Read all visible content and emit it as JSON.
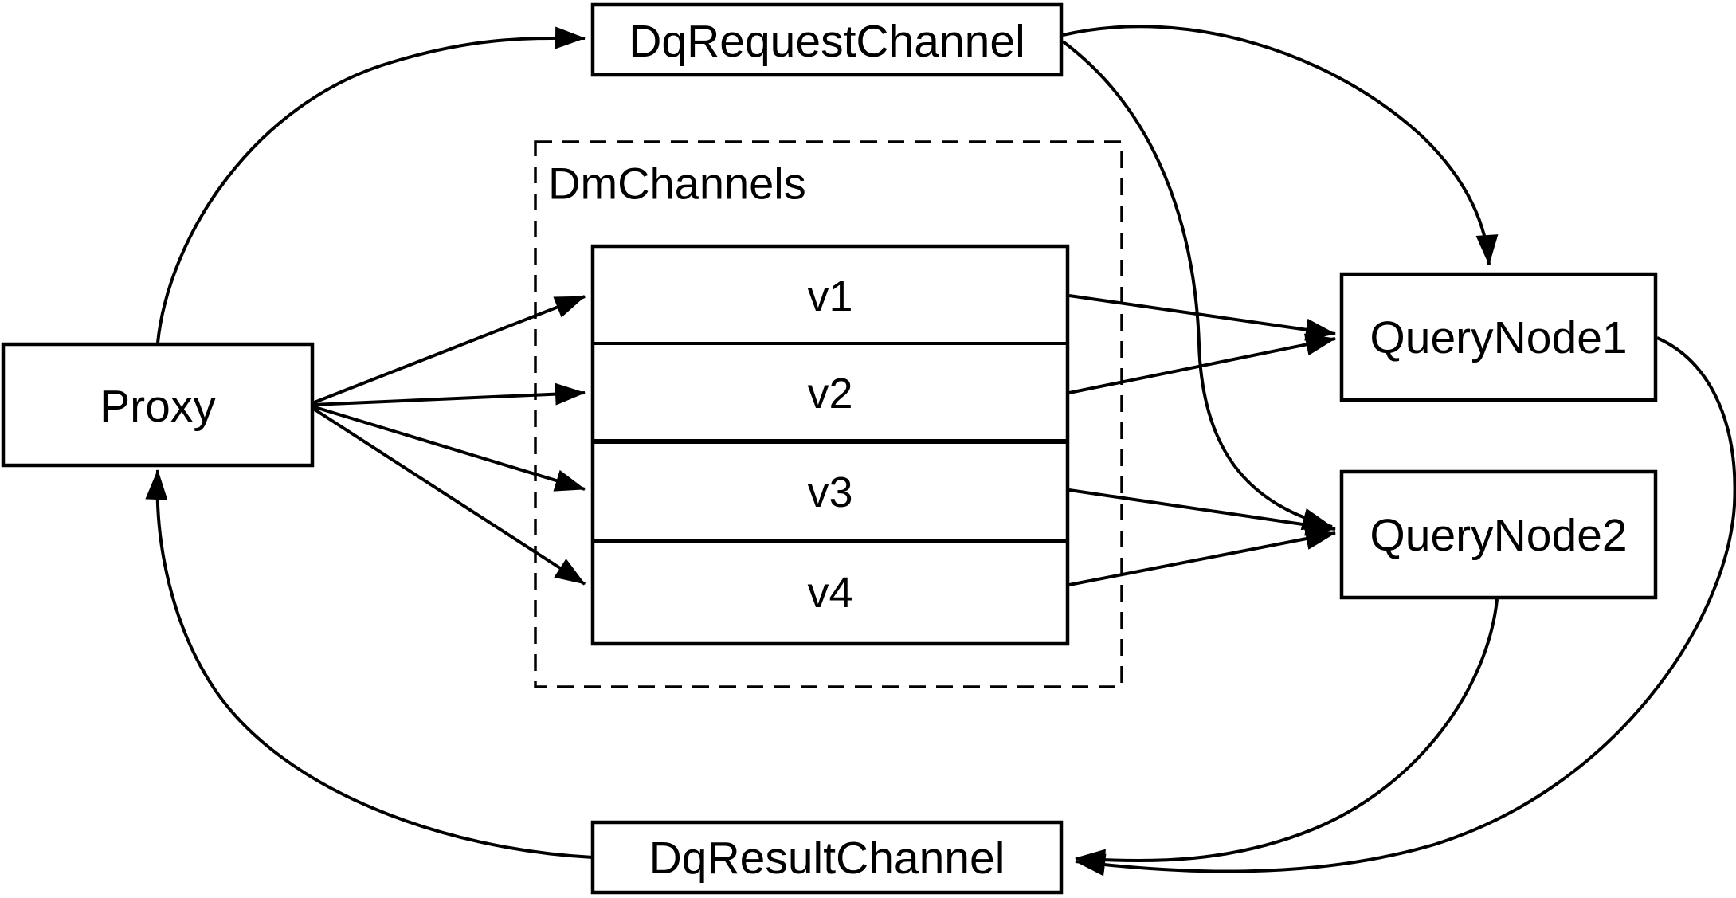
{
  "diagram": {
    "background_color": "#ffffff",
    "stroke_color": "#000000",
    "nodes": {
      "proxy": {
        "label": "Proxy"
      },
      "dq_request_channel": {
        "label": "DqRequestChannel"
      },
      "dm_channels_group": {
        "label": "DmChannels"
      },
      "query_node_1": {
        "label": "QueryNode1"
      },
      "query_node_2": {
        "label": "QueryNode2"
      },
      "dq_result_channel": {
        "label": "DqResultChannel"
      }
    },
    "channels": [
      {
        "label": "v1"
      },
      {
        "label": "v2"
      },
      {
        "label": "v3"
      },
      {
        "label": "v4"
      }
    ],
    "edges": [
      {
        "from": "Proxy",
        "to": "DqRequestChannel"
      },
      {
        "from": "Proxy",
        "to": "v1"
      },
      {
        "from": "Proxy",
        "to": "v2"
      },
      {
        "from": "Proxy",
        "to": "v3"
      },
      {
        "from": "Proxy",
        "to": "v4"
      },
      {
        "from": "DqRequestChannel",
        "to": "QueryNode1"
      },
      {
        "from": "DqRequestChannel",
        "to": "QueryNode2"
      },
      {
        "from": "v1",
        "to": "QueryNode1"
      },
      {
        "from": "v2",
        "to": "QueryNode1"
      },
      {
        "from": "v3",
        "to": "QueryNode2"
      },
      {
        "from": "v4",
        "to": "QueryNode2"
      },
      {
        "from": "QueryNode1",
        "to": "DqResultChannel"
      },
      {
        "from": "QueryNode2",
        "to": "DqResultChannel"
      },
      {
        "from": "DqResultChannel",
        "to": "Proxy"
      }
    ]
  }
}
